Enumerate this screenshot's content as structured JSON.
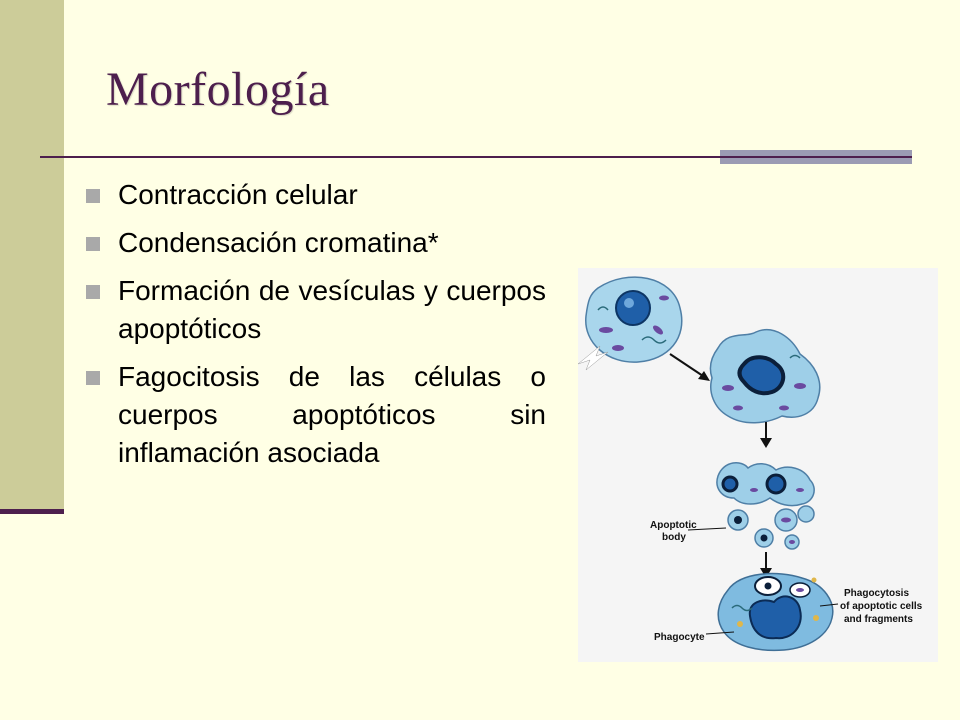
{
  "slide": {
    "title": "Morfología",
    "bullets": [
      "Contracción celular",
      "Condensación cromatina*",
      "Formación de vesículas y cuerpos apoptóticos",
      "Fagocitosis de las células o cuerpos apoptóticos sin inflamación asociada"
    ]
  },
  "figure": {
    "labels": {
      "apoptotic_body_line1": "Apoptotic",
      "apoptotic_body_line2": "body",
      "phagocytosis_line1": "Phagocytosis",
      "phagocytosis_line2": "of apoptotic cells",
      "phagocytosis_line3": "and fragments",
      "phagocyte": "Phagocyte"
    }
  },
  "colors": {
    "background": "#ffffe5",
    "side_band": "#cccc99",
    "title": "#4d1f4d",
    "accent_bar": "#9b9bb3",
    "bullet": "#a9a9a9",
    "cell_fill": "#9ecfe8",
    "nucleus": "#1f5fa8"
  }
}
